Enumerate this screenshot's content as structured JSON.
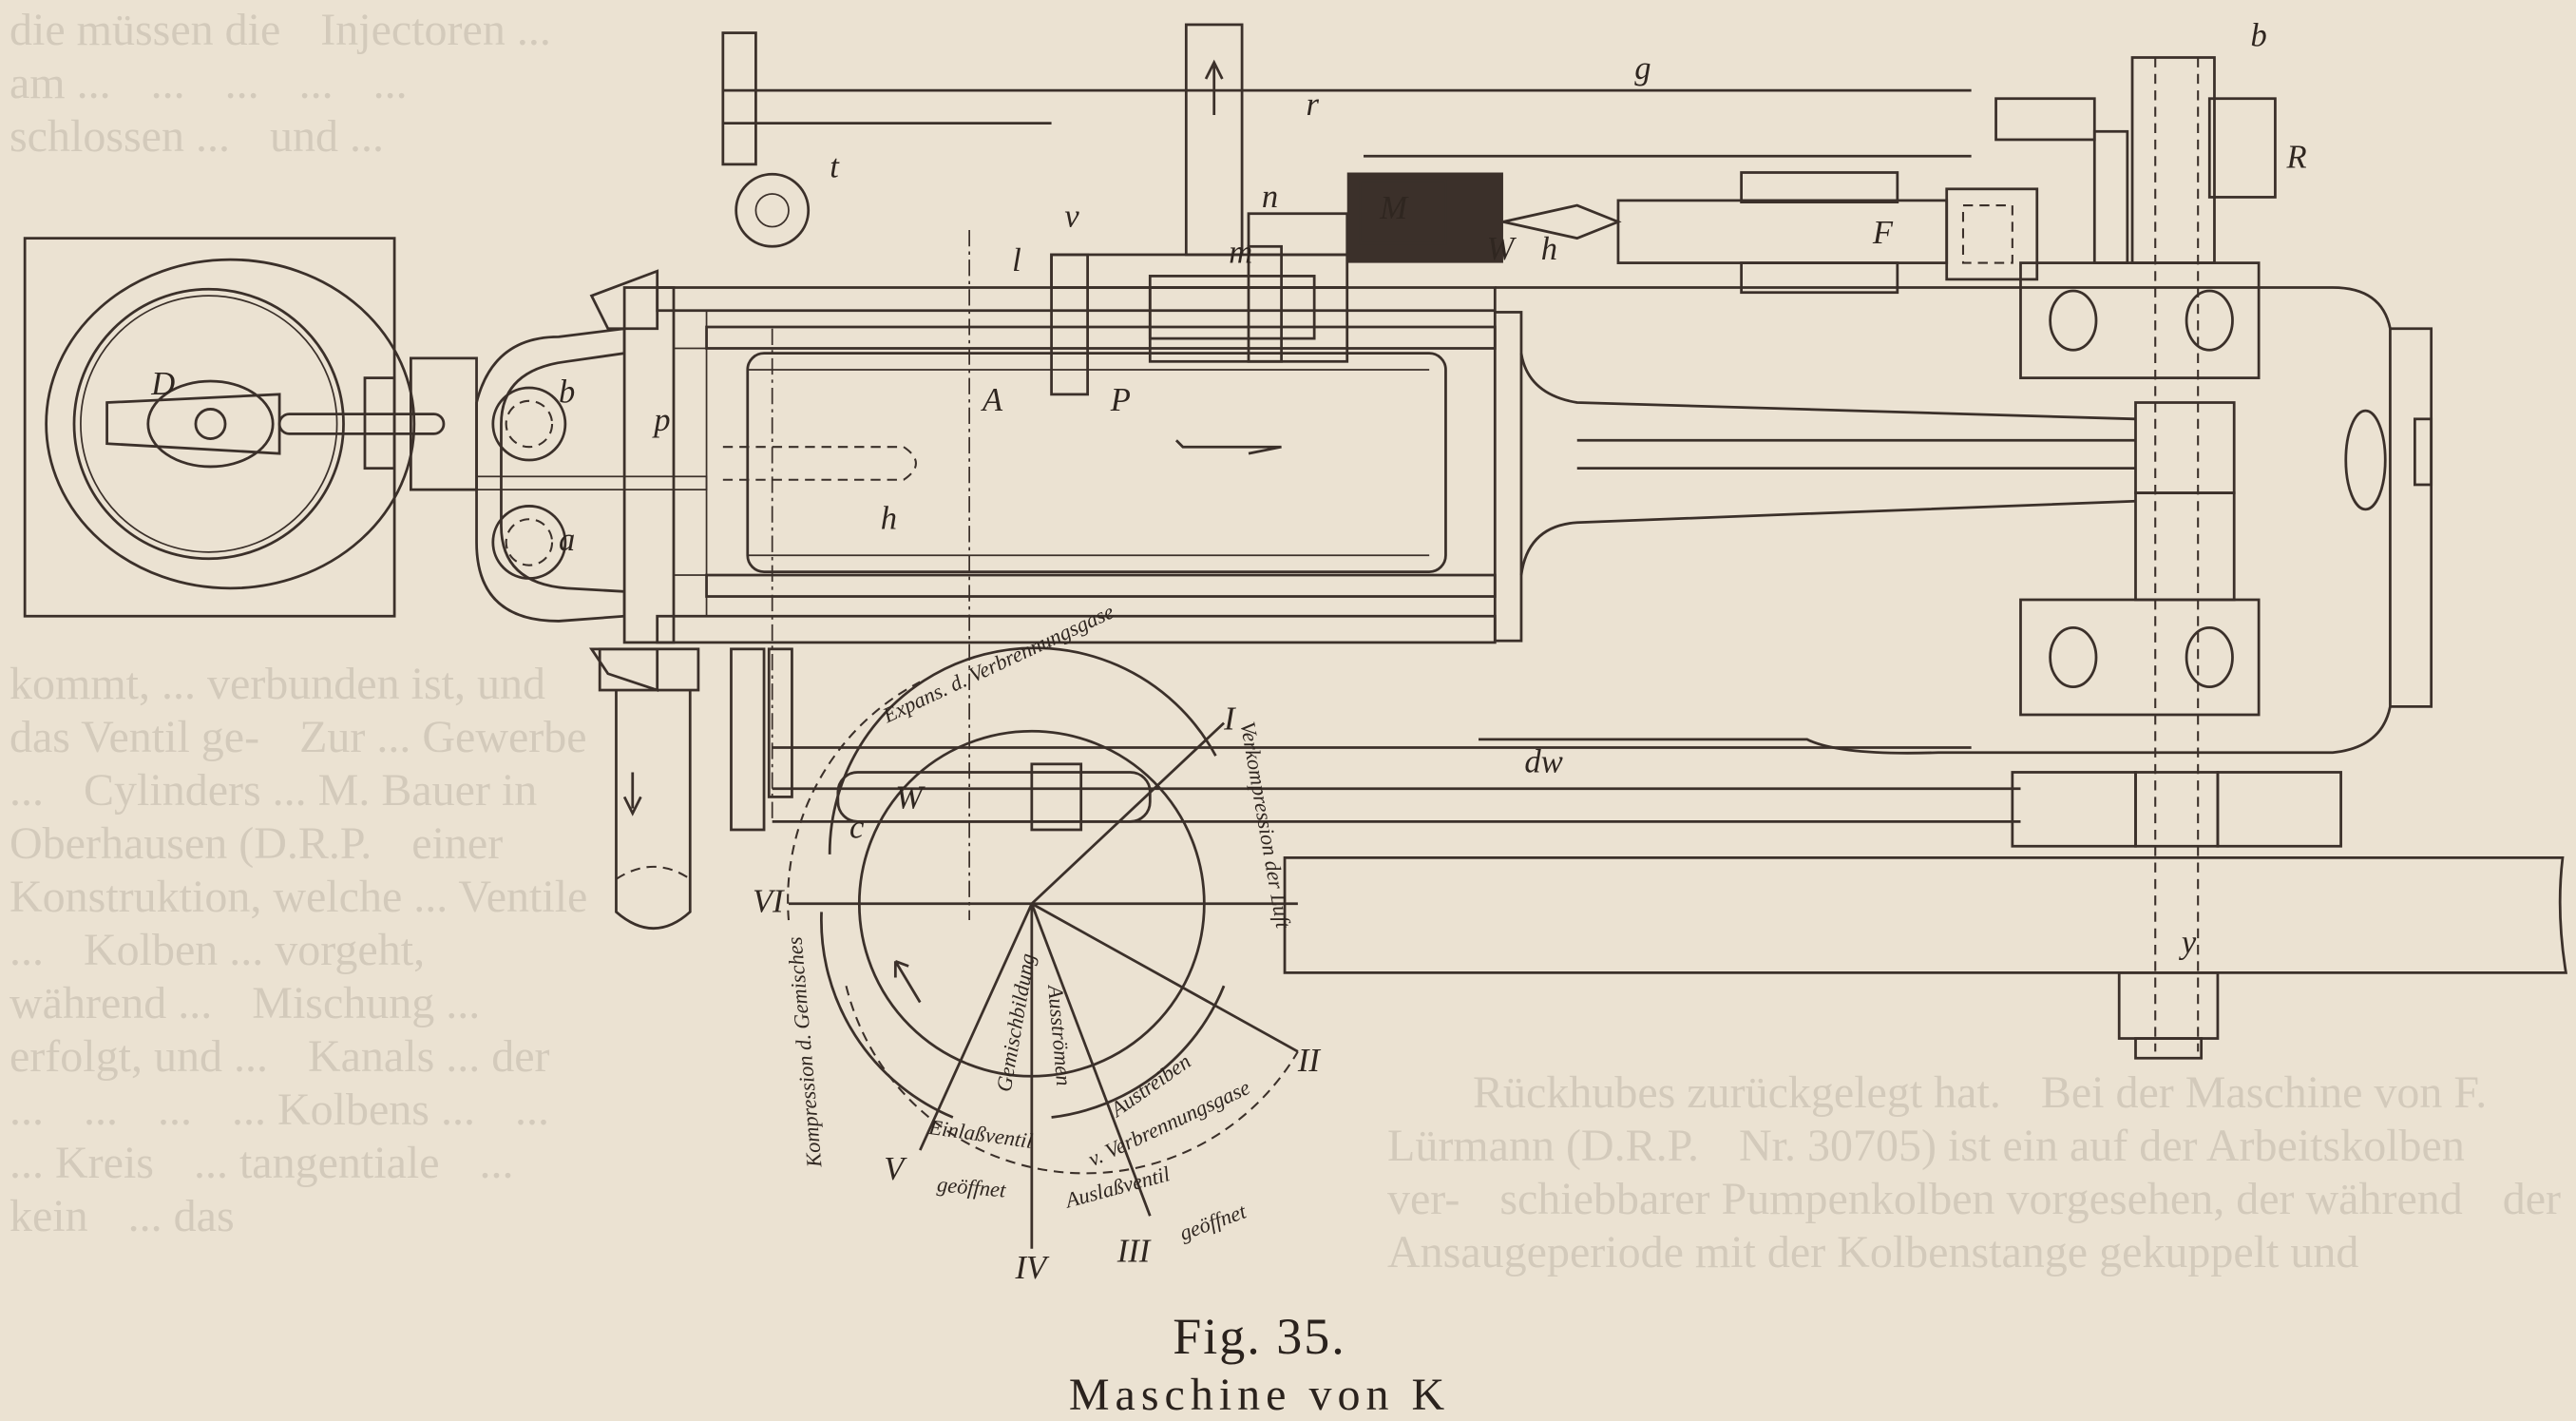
{
  "figure": {
    "caption": "Fig. 35.",
    "subcaption": "Maschine von K"
  },
  "labels": {
    "D": "D",
    "b_upper": "b",
    "p": "p",
    "a": "a",
    "h_left": "h",
    "t": "t",
    "l": "l",
    "v": "v",
    "n": "n",
    "r": "r",
    "M": "M",
    "m": "m",
    "W_top": "W",
    "h_top": "h",
    "g": "g",
    "F": "F",
    "b": "b",
    "R": "R",
    "A": "A",
    "P": "P",
    "dw": "dw",
    "y": "y",
    "W_circle": "W",
    "c": "c"
  },
  "cycle_diagram": {
    "positions": [
      "I",
      "II",
      "III",
      "IV",
      "V",
      "VI"
    ],
    "arcs": {
      "top": "Expans. d. Verbrennungsgase",
      "right": "Verkompression der Luft",
      "left": "Kompression d. Gemisches",
      "mix": "Gemischbildung",
      "ausstroemen": "Ausströmen",
      "austreiben": "Austreiben",
      "verbrennung": "v. Verbrennungsgase",
      "einlass": "Einlaßventil",
      "einlass_state": "geöffnet",
      "auslass": "Auslaßventil",
      "auslass_state": "geöffnet"
    }
  },
  "showthrough_text": {
    "right": [
      "kommt, ... verbunden ist, und das Ventil ge-",
      "schlossen ...",
      "Zur ... Gewerbe ...",
      "Cylinders ... M. Bauer in Oberhausen (D.R.P.",
      "einer Konstruktion, welche ... Ventile ...",
      "Kolben ... vorgeht, während ...",
      "Mischung ... erfolgt, und ...",
      "und ... ",
      "Kanals ... der ...",
      "",
      "",
      "",
      "Rückhubes zurückgelegt hat.",
      "Bei der Maschine von F. Lürmann (D.R.P.",
      "Nr. 30705) ist ein auf der Arbeitskolben ver-",
      "schiebbarer Pumpenkolben vorgesehen, der während",
      "der Ansaugeperiode mit der Kolbenstange gekuppelt und"
    ],
    "left": [
      "die müssen die",
      "Injectoren ...",
      "am ...",
      "...",
      "...",
      "...",
      "...",
      "...",
      "...",
      "... Kolbens ...",
      "...",
      "... Kreis",
      "... tangentiale",
      "... kein",
      "... das"
    ]
  },
  "colors": {
    "paper": "#ebe2d2",
    "ink": "#3b302a",
    "showthrough": "#d3cabb"
  }
}
